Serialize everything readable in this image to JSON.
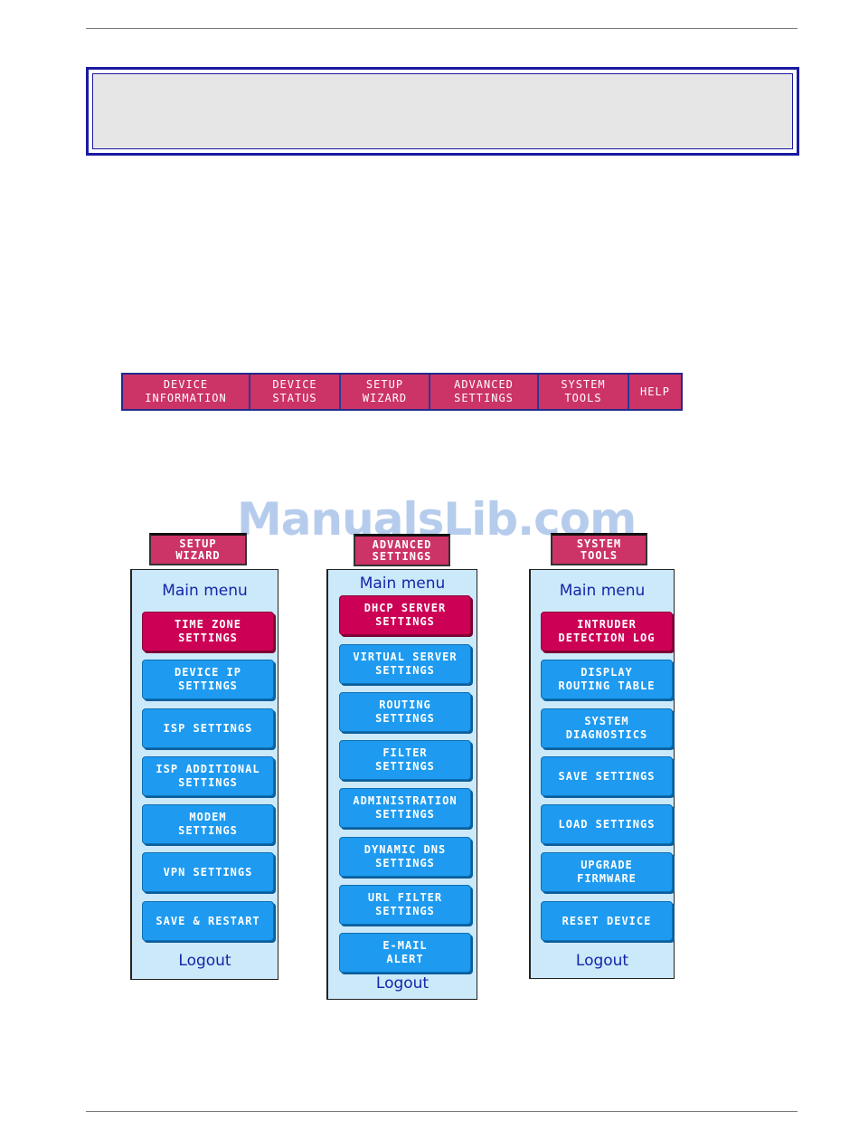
{
  "navbar": {
    "items": [
      {
        "label": "DEVICE\nINFORMATION"
      },
      {
        "label": "DEVICE\nSTATUS"
      },
      {
        "label": "SETUP\nWIZARD"
      },
      {
        "label": "ADVANCED\nSETTINGS"
      },
      {
        "label": "SYSTEM\nTOOLS"
      },
      {
        "label": "HELP"
      }
    ]
  },
  "watermark": "ManualsLib.com",
  "panels": [
    {
      "tab_label": "SETUP\nWIZARD",
      "title": "Main menu",
      "buttons": [
        {
          "label": "TIME ZONE\nSETTINGS",
          "active": true
        },
        {
          "label": "DEVICE IP\nSETTINGS"
        },
        {
          "label": "ISP SETTINGS"
        },
        {
          "label": "ISP ADDITIONAL\nSETTINGS"
        },
        {
          "label": "MODEM\nSETTINGS"
        },
        {
          "label": "VPN SETTINGS"
        },
        {
          "label": "SAVE & RESTART"
        }
      ],
      "logout": "Logout"
    },
    {
      "tab_label": "ADVANCED\nSETTINGS",
      "title": "Main menu",
      "buttons": [
        {
          "label": "DHCP SERVER\nSETTINGS",
          "active": true
        },
        {
          "label": "VIRTUAL SERVER\nSETTINGS"
        },
        {
          "label": "ROUTING\nSETTINGS"
        },
        {
          "label": "FILTER\nSETTINGS"
        },
        {
          "label": "ADMINISTRATION\nSETTINGS"
        },
        {
          "label": "DYNAMIC DNS\nSETTINGS"
        },
        {
          "label": "URL FILTER\nSETTINGS"
        },
        {
          "label": "E-MAIL\nALERT"
        }
      ],
      "logout": "Logout"
    },
    {
      "tab_label": "SYSTEM\nTOOLS",
      "title": "Main menu",
      "buttons": [
        {
          "label": "INTRUDER\nDETECTION LOG",
          "active": true
        },
        {
          "label": "DISPLAY\nROUTING TABLE"
        },
        {
          "label": "SYSTEM\nDIAGNOSTICS"
        },
        {
          "label": "SAVE SETTINGS"
        },
        {
          "label": "LOAD SETTINGS"
        },
        {
          "label": "UPGRADE\nFIRMWARE"
        },
        {
          "label": "RESET DEVICE"
        }
      ],
      "logout": "Logout"
    }
  ]
}
